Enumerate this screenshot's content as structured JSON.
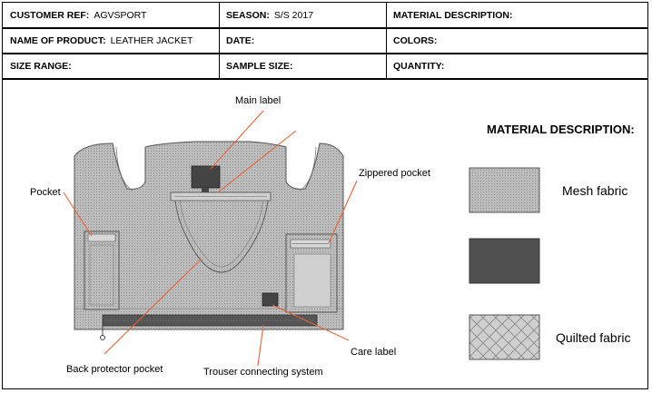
{
  "header": {
    "customer_ref_label": "CUSTOMER REF:",
    "customer_ref_value": "AGVSPORT",
    "season_label": "SEASON:",
    "season_value": "S/S 2017",
    "material_description_label": "MATERIAL DESCRIPTION:",
    "product_name_label": "NAME OF PRODUCT:",
    "product_name_value": "LEATHER JACKET",
    "date_label": "DATE:",
    "colors_label": "COLORS:",
    "size_range_label": "SIZE RANGE:",
    "sample_size_label": "SAMPLE SIZE:",
    "quantity_label": "QUANTITY:"
  },
  "callouts": {
    "main_label": "Main label",
    "pocket": "Pocket",
    "zippered_pocket": "Zippered pocket",
    "back_protector_pocket": "Back protector pocket",
    "trouser_connecting_system": "Trouser connecting system",
    "care_label": "Care label"
  },
  "legend": {
    "title": "MATERIAL DESCRIPTION:",
    "items": [
      {
        "label": "Mesh fabric",
        "color": "#b8b8b8"
      },
      {
        "label": "",
        "color": "#505050"
      },
      {
        "label": "Quilted fabric",
        "color": "#cfcfcf"
      }
    ]
  },
  "colors": {
    "callout_line": "#e8623a",
    "mesh": "#b8b8b8",
    "dark": "#505050"
  }
}
